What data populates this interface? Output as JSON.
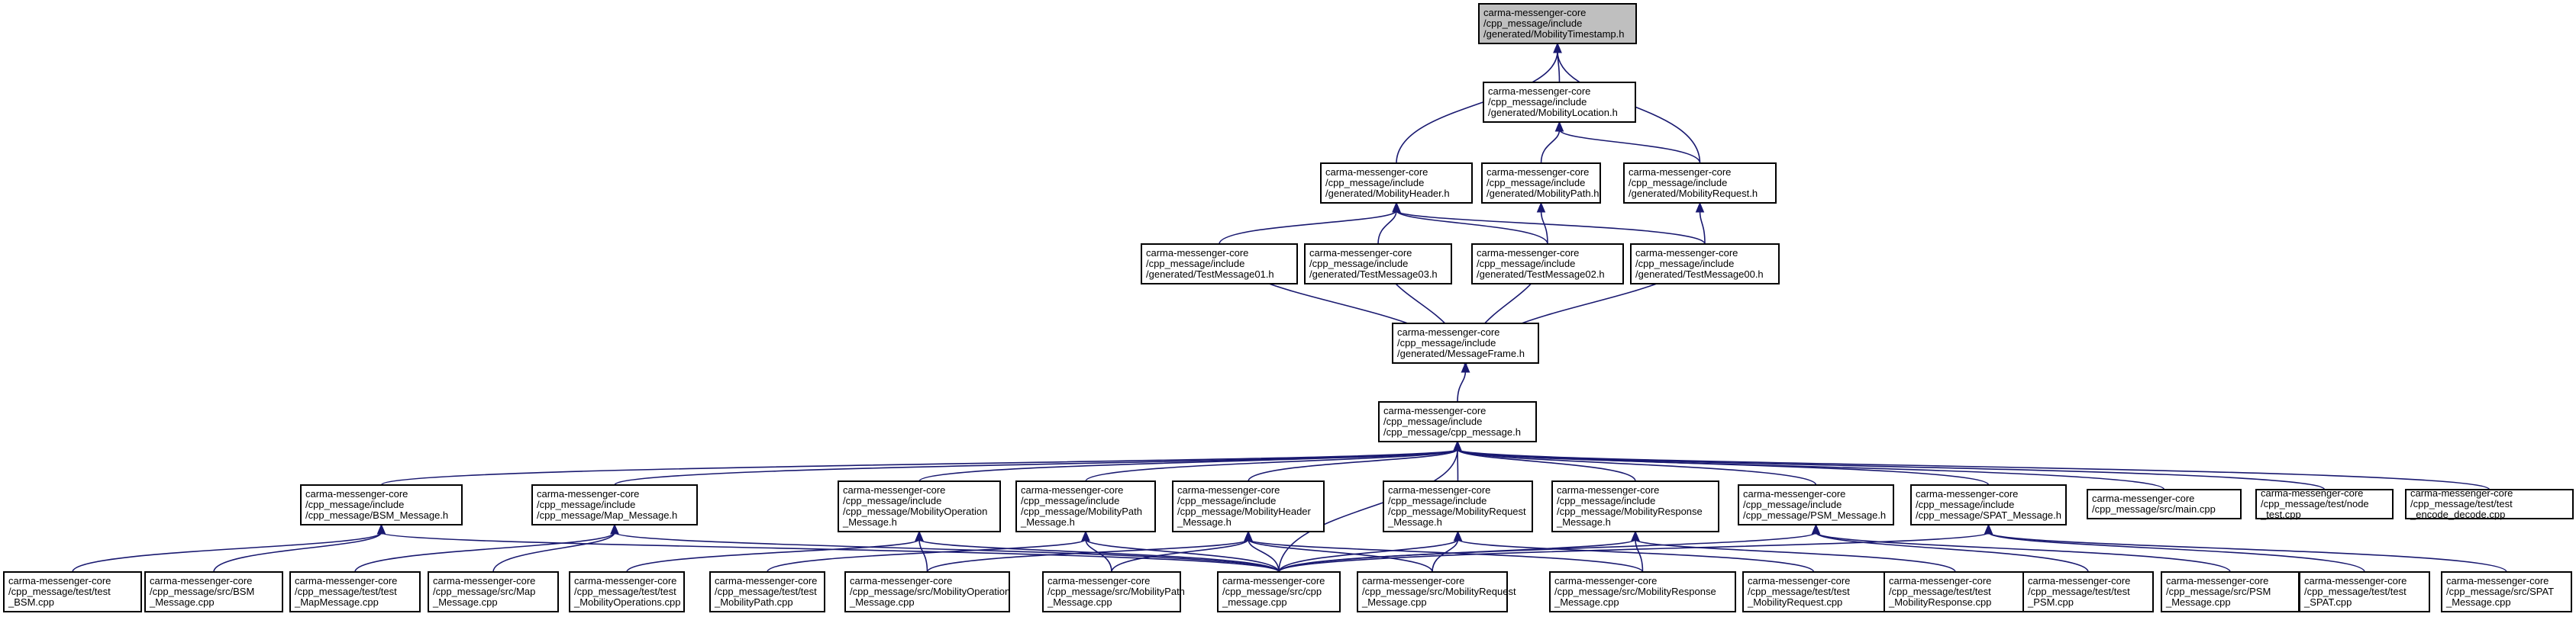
{
  "colors": {
    "edge": "#191970",
    "root_fill": "#bfbfbf",
    "node_fill": "#ffffff",
    "border": "#000000"
  },
  "nodes": [
    {
      "id": "ts",
      "lines": [
        "carma-messenger-core",
        "/cpp_message/include",
        "/generated/MobilityTimestamp.h"
      ]
    },
    {
      "id": "loc",
      "lines": [
        "carma-messenger-core",
        "/cpp_message/include",
        "/generated/MobilityLocation.h"
      ]
    },
    {
      "id": "hdr",
      "lines": [
        "carma-messenger-core",
        "/cpp_message/include",
        "/generated/MobilityHeader.h"
      ]
    },
    {
      "id": "path",
      "lines": [
        "carma-messenger-core",
        "/cpp_message/include",
        "/generated/MobilityPath.h"
      ]
    },
    {
      "id": "req",
      "lines": [
        "carma-messenger-core",
        "/cpp_message/include",
        "/generated/MobilityRequest.h"
      ]
    },
    {
      "id": "t01",
      "lines": [
        "carma-messenger-core",
        "/cpp_message/include",
        "/generated/TestMessage01.h"
      ]
    },
    {
      "id": "t03",
      "lines": [
        "carma-messenger-core",
        "/cpp_message/include",
        "/generated/TestMessage03.h"
      ]
    },
    {
      "id": "t02",
      "lines": [
        "carma-messenger-core",
        "/cpp_message/include",
        "/generated/TestMessage02.h"
      ]
    },
    {
      "id": "t00",
      "lines": [
        "carma-messenger-core",
        "/cpp_message/include",
        "/generated/TestMessage00.h"
      ]
    },
    {
      "id": "frame",
      "lines": [
        "carma-messenger-core",
        "/cpp_message/include",
        "/generated/MessageFrame.h"
      ]
    },
    {
      "id": "cpph",
      "lines": [
        "carma-messenger-core",
        "/cpp_message/include",
        "/cpp_message/cpp_message.h"
      ]
    },
    {
      "id": "bsmh",
      "lines": [
        "carma-messenger-core",
        "/cpp_message/include",
        "/cpp_message/BSM_Message.h"
      ]
    },
    {
      "id": "maph",
      "lines": [
        "carma-messenger-core",
        "/cpp_message/include",
        "/cpp_message/Map_Message.h"
      ]
    },
    {
      "id": "moph",
      "lines": [
        "carma-messenger-core",
        "/cpp_message/include",
        "/cpp_message/MobilityOperation",
        "_Message.h"
      ]
    },
    {
      "id": "mpah",
      "lines": [
        "carma-messenger-core",
        "/cpp_message/include",
        "/cpp_message/MobilityPath",
        "_Message.h"
      ]
    },
    {
      "id": "mhdh",
      "lines": [
        "carma-messenger-core",
        "/cpp_message/include",
        "/cpp_message/MobilityHeader",
        "_Message.h"
      ]
    },
    {
      "id": "mrqh",
      "lines": [
        "carma-messenger-core",
        "/cpp_message/include",
        "/cpp_message/MobilityRequest",
        "_Message.h"
      ]
    },
    {
      "id": "mrsh",
      "lines": [
        "carma-messenger-core",
        "/cpp_message/include",
        "/cpp_message/MobilityResponse",
        "_Message.h"
      ]
    },
    {
      "id": "psmh",
      "lines": [
        "carma-messenger-core",
        "/cpp_message/include",
        "/cpp_message/PSM_Message.h"
      ]
    },
    {
      "id": "spah",
      "lines": [
        "carma-messenger-core",
        "/cpp_message/include",
        "/cpp_message/SPAT_Message.h"
      ]
    },
    {
      "id": "main",
      "lines": [
        "carma-messenger-core",
        "/cpp_message/src/main.cpp"
      ]
    },
    {
      "id": "nodet",
      "lines": [
        "carma-messenger-core",
        "/cpp_message/test/node",
        "_test.cpp"
      ]
    },
    {
      "id": "encd",
      "lines": [
        "carma-messenger-core",
        "/cpp_message/test/test",
        "_encode_decode.cpp"
      ]
    },
    {
      "id": "tbsm",
      "lines": [
        "carma-messenger-core",
        "/cpp_message/test/test",
        "_BSM.cpp"
      ]
    },
    {
      "id": "sbsm",
      "lines": [
        "carma-messenger-core",
        "/cpp_message/src/BSM",
        "_Message.cpp"
      ]
    },
    {
      "id": "tmap",
      "lines": [
        "carma-messenger-core",
        "/cpp_message/test/test",
        "_MapMessage.cpp"
      ]
    },
    {
      "id": "smap",
      "lines": [
        "carma-messenger-core",
        "/cpp_message/src/Map",
        "_Message.cpp"
      ]
    },
    {
      "id": "tmop",
      "lines": [
        "carma-messenger-core",
        "/cpp_message/test/test",
        "_MobilityOperations.cpp"
      ]
    },
    {
      "id": "tmpa",
      "lines": [
        "carma-messenger-core",
        "/cpp_message/test/test",
        "_MobilityPath.cpp"
      ]
    },
    {
      "id": "smop",
      "lines": [
        "carma-messenger-core",
        "/cpp_message/src/MobilityOperation",
        "_Message.cpp"
      ]
    },
    {
      "id": "smpa",
      "lines": [
        "carma-messenger-core",
        "/cpp_message/src/MobilityPath",
        "_Message.cpp"
      ]
    },
    {
      "id": "scpp",
      "lines": [
        "carma-messenger-core",
        "/cpp_message/src/cpp",
        "_message.cpp"
      ]
    },
    {
      "id": "smrq",
      "lines": [
        "carma-messenger-core",
        "/cpp_message/src/MobilityRequest",
        "_Message.cpp"
      ]
    },
    {
      "id": "smrs",
      "lines": [
        "carma-messenger-core",
        "/cpp_message/src/MobilityResponse",
        "_Message.cpp"
      ]
    },
    {
      "id": "tmrq",
      "lines": [
        "carma-messenger-core",
        "/cpp_message/test/test",
        "_MobilityRequest.cpp"
      ]
    },
    {
      "id": "tmrs",
      "lines": [
        "carma-messenger-core",
        "/cpp_message/test/test",
        "_MobilityResponse.cpp"
      ]
    },
    {
      "id": "tpsm",
      "lines": [
        "carma-messenger-core",
        "/cpp_message/test/test",
        "_PSM.cpp"
      ]
    },
    {
      "id": "spsm",
      "lines": [
        "carma-messenger-core",
        "/cpp_message/src/PSM",
        "_Message.cpp"
      ]
    },
    {
      "id": "tspa",
      "lines": [
        "carma-messenger-core",
        "/cpp_message/test/test",
        "_SPAT.cpp"
      ]
    },
    {
      "id": "sspa",
      "lines": [
        "carma-messenger-core",
        "/cpp_message/src/SPAT",
        "_Message.cpp"
      ]
    }
  ],
  "edges": [
    [
      "loc",
      "ts"
    ],
    [
      "hdr",
      "ts"
    ],
    [
      "req",
      "ts"
    ],
    [
      "path",
      "loc"
    ],
    [
      "req",
      "loc"
    ],
    [
      "t01",
      "hdr"
    ],
    [
      "t03",
      "hdr"
    ],
    [
      "t02",
      "hdr"
    ],
    [
      "t00",
      "hdr"
    ],
    [
      "t02",
      "path"
    ],
    [
      "t00",
      "req"
    ],
    [
      "t01",
      "frame"
    ],
    [
      "t03",
      "frame"
    ],
    [
      "t02",
      "frame"
    ],
    [
      "t00",
      "frame"
    ],
    [
      "cpph",
      "frame"
    ],
    [
      "bsmh",
      "cpph"
    ],
    [
      "maph",
      "cpph"
    ],
    [
      "moph",
      "cpph"
    ],
    [
      "mpah",
      "cpph"
    ],
    [
      "mhdh",
      "cpph"
    ],
    [
      "mrqh",
      "cpph"
    ],
    [
      "mrsh",
      "cpph"
    ],
    [
      "psmh",
      "cpph"
    ],
    [
      "spah",
      "cpph"
    ],
    [
      "main",
      "cpph"
    ],
    [
      "nodet",
      "cpph"
    ],
    [
      "encd",
      "cpph"
    ],
    [
      "scpp",
      "cpph"
    ],
    [
      "tbsm",
      "bsmh"
    ],
    [
      "sbsm",
      "bsmh"
    ],
    [
      "scpp",
      "bsmh"
    ],
    [
      "tmap",
      "maph"
    ],
    [
      "smap",
      "maph"
    ],
    [
      "scpp",
      "maph"
    ],
    [
      "tmop",
      "moph"
    ],
    [
      "smop",
      "moph"
    ],
    [
      "scpp",
      "moph"
    ],
    [
      "tmpa",
      "mpah"
    ],
    [
      "smpa",
      "mpah"
    ],
    [
      "scpp",
      "mpah"
    ],
    [
      "smop",
      "mhdh"
    ],
    [
      "smpa",
      "mhdh"
    ],
    [
      "scpp",
      "mhdh"
    ],
    [
      "smrq",
      "mhdh"
    ],
    [
      "smrs",
      "mhdh"
    ],
    [
      "scpp",
      "mrqh"
    ],
    [
      "smrq",
      "mrqh"
    ],
    [
      "tmrq",
      "mrqh"
    ],
    [
      "scpp",
      "mrsh"
    ],
    [
      "smrs",
      "mrsh"
    ],
    [
      "tmrs",
      "mrsh"
    ],
    [
      "scpp",
      "psmh"
    ],
    [
      "tpsm",
      "psmh"
    ],
    [
      "spsm",
      "psmh"
    ],
    [
      "scpp",
      "spah"
    ],
    [
      "tspa",
      "spah"
    ],
    [
      "sspa",
      "spah"
    ]
  ]
}
